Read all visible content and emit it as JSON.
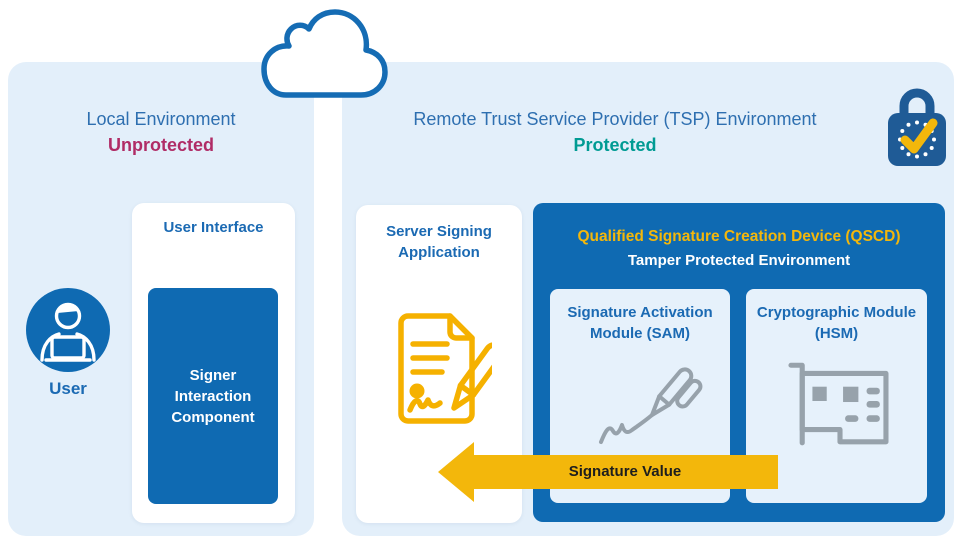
{
  "local_environment": {
    "title": "Local Environment",
    "status": "Unprotected",
    "user_label": "User",
    "user_interface_title": "User Interface",
    "signer_interaction_label": "Signer Interaction Component"
  },
  "remote_environment": {
    "title": "Remote Trust Service Provider (TSP) Environment",
    "status": "Protected",
    "server_signing_title": "Server Signing Application",
    "qscd_title": "Qualified Signature Creation Device (QSCD)",
    "qscd_subtitle": "Tamper Protected Environment",
    "sam_title": "Signature Activation Module (SAM)",
    "hsm_title": "Cryptographic Module (HSM)",
    "signature_value_label": "Signature Value"
  },
  "icons": {
    "cloud": "cloud-icon",
    "lock": "eu-trust-lock-icon",
    "user": "user-laptop-icon",
    "signed_document": "signed-document-pen-icon",
    "signing_pen": "signing-pen-icon",
    "hsm_card": "circuit-card-icon",
    "signature_arrow": "left-arrow"
  },
  "colors": {
    "panel_bg": "#e3effa",
    "deep_blue": "#0f6ab2",
    "header_blue": "#2e6fb0",
    "title_blue": "#1b6ab3",
    "magenta": "#b02c66",
    "teal": "#009b93",
    "yellow": "#f3b70b",
    "doc_yellow": "#f5b100",
    "icon_gray": "#97a2ab",
    "lock_navy": "#1f5b96"
  }
}
